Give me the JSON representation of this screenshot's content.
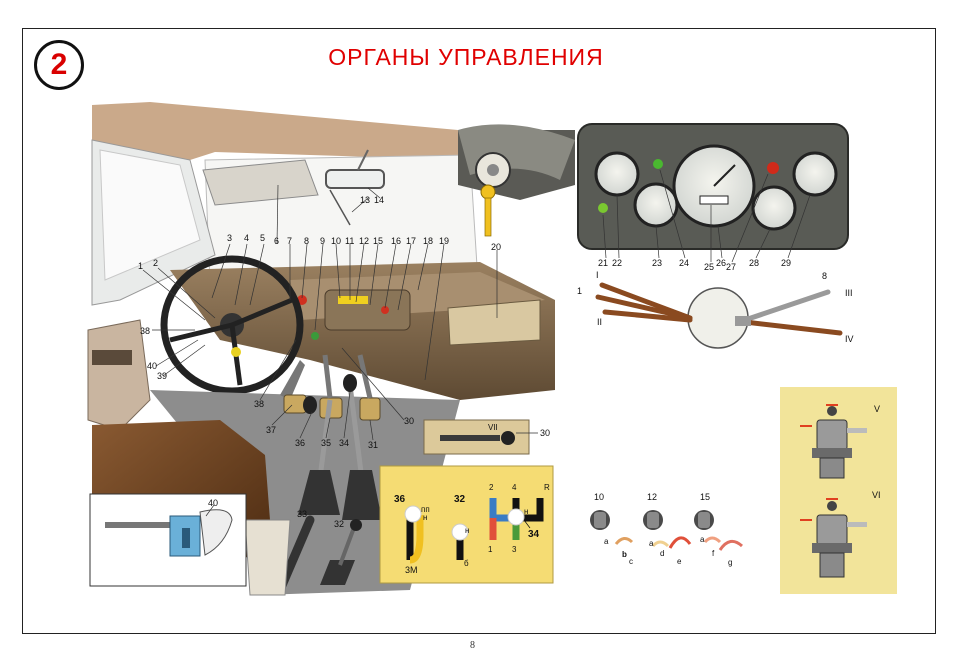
{
  "page": {
    "badge_number": "2",
    "title": "ОРГАНЫ УПРАВЛЕНИЯ",
    "page_number": "8"
  },
  "cabin_callouts": [
    "1",
    "2",
    "3",
    "4",
    "5",
    "6",
    "7",
    "8",
    "9",
    "10",
    "11",
    "12",
    "15",
    "16",
    "17",
    "18",
    "19",
    "13",
    "14",
    "20",
    "38",
    "40",
    "39",
    "38",
    "37",
    "36",
    "35",
    "34",
    "31",
    "30"
  ],
  "cabin_labels": {
    "c1": "1",
    "c2": "2",
    "c3": "3",
    "c4": "4",
    "c5": "5",
    "c6": "6",
    "c7": "7",
    "c8": "8",
    "c9": "9",
    "c10": "10",
    "c11": "11",
    "c12": "12",
    "c15": "15",
    "c16": "16",
    "c17": "17",
    "c18": "18",
    "c19": "19",
    "c13": "13",
    "c14": "14",
    "c20": "20",
    "c38a": "38",
    "c40": "40",
    "c39": "39",
    "c38b": "38",
    "c37": "37",
    "c36": "36",
    "c35": "35",
    "c34": "34",
    "c31": "31",
    "c30": "30",
    "c33": "33",
    "c32": "32"
  },
  "dash_labels": {
    "d21": "21",
    "d22": "22",
    "d23": "23",
    "d24": "24",
    "d25": "25",
    "d26": "26",
    "d27": "27",
    "d28": "28",
    "d29": "29"
  },
  "stalk_labels": {
    "s1": "1",
    "sI": "I",
    "sII": "II",
    "s8": "8",
    "sIII": "III",
    "sIV": "IV"
  },
  "choke_label": {
    "vii": "VII",
    "n30": "30"
  },
  "inset40_label": "40",
  "gear_labels": {
    "g36": "36",
    "gPP": "пп",
    "gN1": "н",
    "gZM": "3М",
    "g32": "32",
    "gN2": "н",
    "gB": "б",
    "g2": "2",
    "g4": "4",
    "gR": "R",
    "gN3": "н",
    "g34": "34",
    "g1": "1",
    "g3": "3"
  },
  "switch_labels": {
    "w10": "10",
    "w12": "12",
    "w15": "15",
    "la": "a",
    "lb": "b",
    "lc": "c",
    "la2": "a",
    "ld": "d",
    "le": "e",
    "la3": "a",
    "lf": "f",
    "lg": "g"
  },
  "valve_labels": {
    "V": "V",
    "VI": "VI"
  },
  "colors": {
    "title_red": "#e00000",
    "panel_yellow": "#f5dc73",
    "inset_yellow": "#f2e49a",
    "dash_brown": "#7a5c3a",
    "seat_brown": "#6b3f1e",
    "shift_red": "#e0503a",
    "shift_blue": "#3a7cc4",
    "shift_green": "#4a9a3a",
    "shift_yellow": "#f0c020"
  }
}
